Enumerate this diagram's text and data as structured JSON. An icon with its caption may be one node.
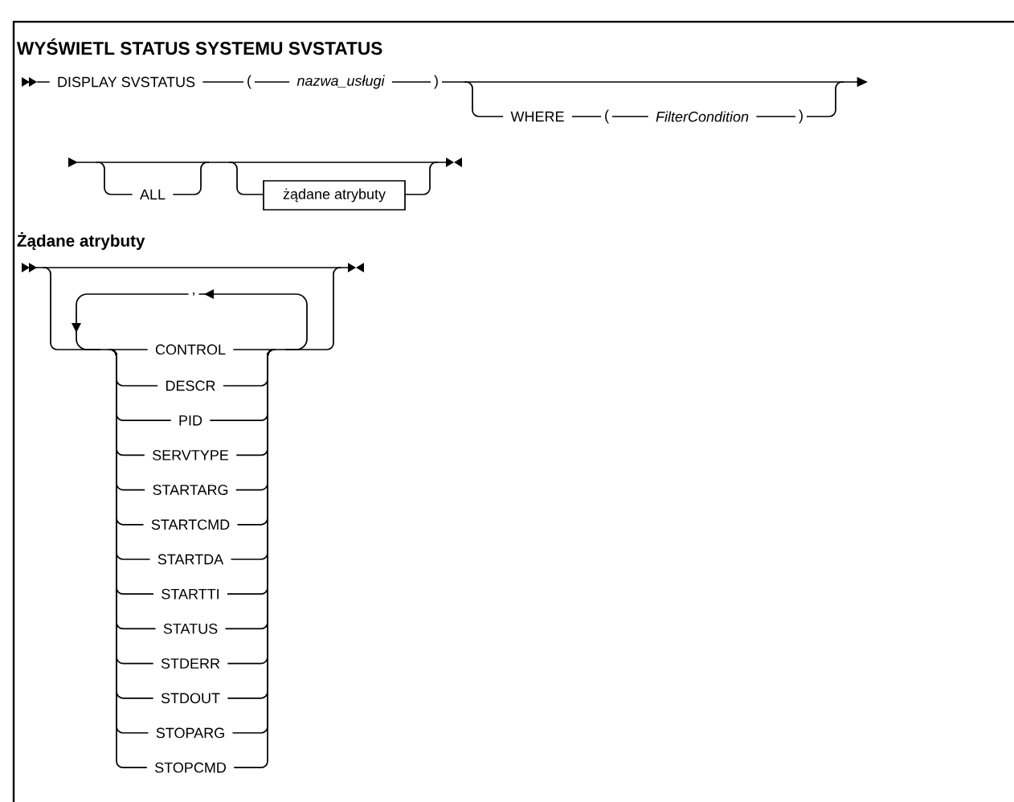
{
  "diagram": {
    "title": "WYŚWIETL STATUS SYSTEMU SVSTATUS",
    "nodes": [
      {
        "text": [
          "żądane atrybuty"
        ]
      }
    ],
    "labels": [
      "DISPLAY SVSTATUS",
      "(",
      "nazwa_usługi",
      ")",
      "WHERE",
      "(",
      "FilterCondition",
      ")",
      "ALL",
      "Żądane atrybuty",
      ",",
      "CONTROL",
      "DESCR",
      "PID",
      "SERVTYPE",
      "STARTARG",
      "STARTCMD",
      "STARTDA",
      "STARTTI",
      "STATUS",
      "STDERR",
      "STDOUT",
      "STOPARG",
      "STOPCMD"
    ]
  }
}
